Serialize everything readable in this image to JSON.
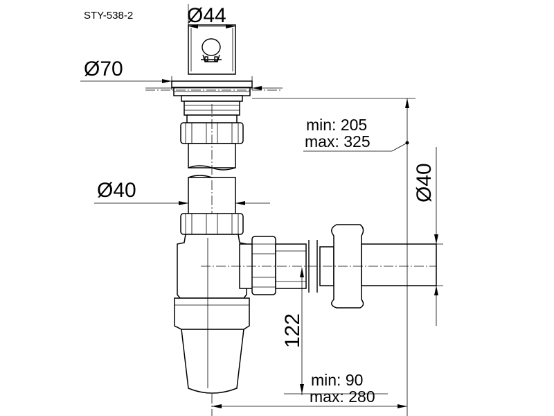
{
  "product_code": "STY-538-2",
  "dimensions": {
    "outlet_diameter": "Ø44",
    "flange_diameter": "Ø70",
    "pipe_diameter": "Ø40",
    "wall_pipe_diameter": "Ø40",
    "trap_height": "122"
  },
  "height_range": {
    "min_label": "min: 205",
    "max_label": "max: 325"
  },
  "reach_range": {
    "min_label": "min:    90",
    "max_label": "max: 280"
  }
}
